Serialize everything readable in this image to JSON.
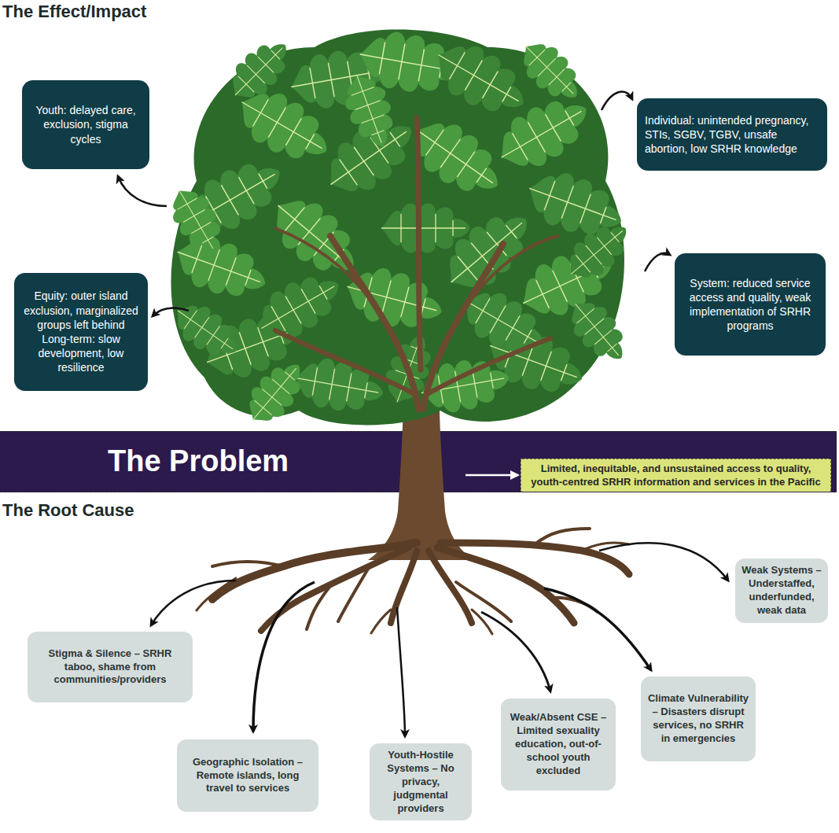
{
  "diagram": {
    "nodes": [
      {
        "text": [
          "Youth: delayed care, exclusion, stigma cycles"
        ]
      },
      {
        "text": [
          "Individual: unintended pregnancy, STIs, SGBV, TGBV, unsafe abortion, low SRHR knowledge"
        ]
      },
      {
        "text": [
          "Equity: outer island exclusion, marginalized groups left behind",
          "Long-term: slow development, low resilience"
        ]
      },
      {
        "text": [
          "System: reduced service access and quality, weak implementation of SRHR programs"
        ]
      },
      {
        "text": [
          "The Problem"
        ]
      },
      {
        "text": [
          "Limited, inequitable, and unsustained access to quality, youth-centred SRHR information and services in the Pacific"
        ],
        "in": 4
      },
      {
        "text": [
          "Stigma & Silence – SRHR taboo, shame from communities/providers"
        ]
      },
      {
        "text": [
          "Geographic Isolation – Remote islands, long travel to services"
        ]
      },
      {
        "text": [
          "Youth-Hostile Systems – No privacy, judgmental providers"
        ]
      },
      {
        "text": [
          "Weak/Absent CSE – Limited sexuality education, out-of-school youth excluded"
        ]
      },
      {
        "text": [
          "Climate Vulnerability – Disasters disrupt services, no SRHR in emergencies"
        ]
      },
      {
        "text": [
          "Weak Systems – Understaffed, underfunded, weak data"
        ]
      }
    ],
    "edges": [
      {
        "from": 4,
        "to": 5,
        "arrow": "to"
      }
    ],
    "labels": [
      "The Effect/Impact",
      "The Root Cause"
    ]
  }
}
